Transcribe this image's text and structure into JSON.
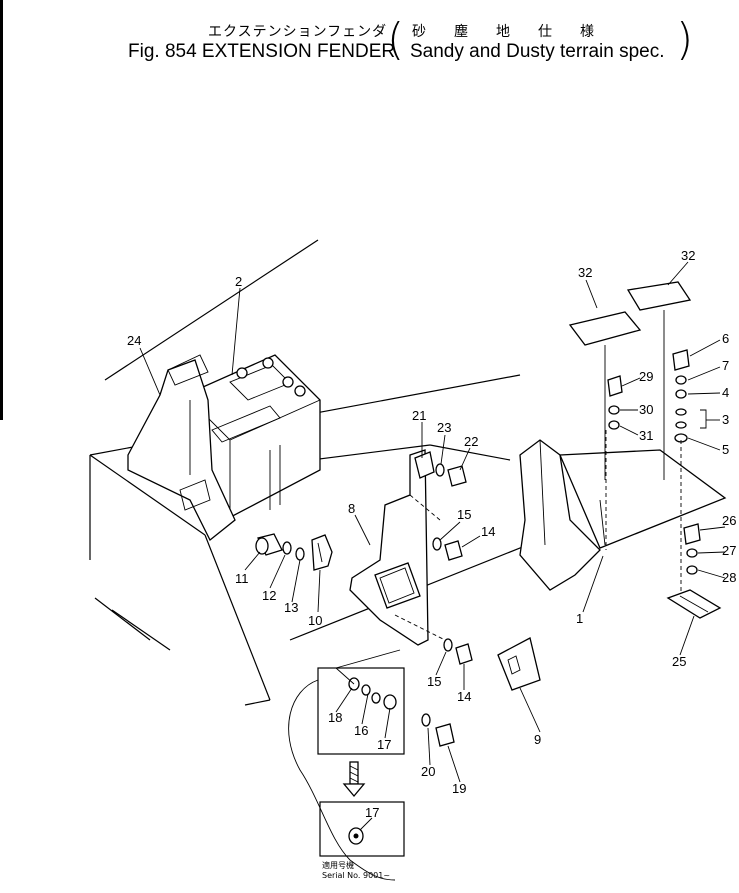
{
  "title": {
    "jp": "エクステンションフェンダ",
    "jp_spec": "砂塵地仕様",
    "en": "Fig. 854 EXTENSION FENDER",
    "spec": "Sandy and Dusty terrain spec."
  },
  "callouts": [
    "32",
    "32",
    "6",
    "7",
    "4",
    "3",
    "5",
    "29",
    "30",
    "31",
    "2",
    "24",
    "21",
    "23",
    "22",
    "15",
    "14",
    "8",
    "26",
    "27",
    "28",
    "1",
    "25",
    "11",
    "12",
    "13",
    "10",
    "9",
    "15",
    "14",
    "18",
    "16",
    "17",
    "20",
    "19",
    "17"
  ],
  "inset": {
    "jp_note": "適用号機",
    "serial": "Serial No. 9001~"
  }
}
